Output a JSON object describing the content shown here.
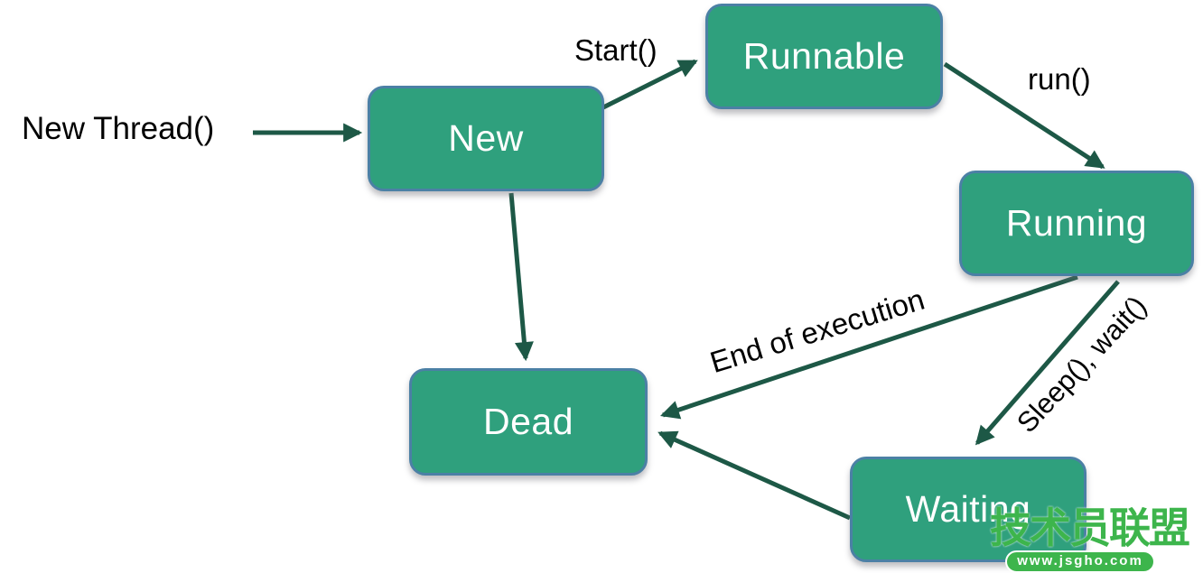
{
  "diagram": {
    "type": "state-transition-diagram",
    "subject": "Thread lifecycle states",
    "nodes": {
      "new": {
        "label": "New"
      },
      "runnable": {
        "label": "Runnable"
      },
      "running": {
        "label": "Running"
      },
      "dead": {
        "label": "Dead"
      },
      "waiting": {
        "label": "Waiting"
      }
    },
    "labels": {
      "new_thread": "New Thread()",
      "start": "Start()",
      "run": "run()",
      "end_of_execution": "End of execution",
      "sleep_wait": "Sleep(), wait()"
    },
    "edges": [
      {
        "from": "New Thread()",
        "to": "New",
        "label": ""
      },
      {
        "from": "New",
        "to": "Runnable",
        "label": "Start()"
      },
      {
        "from": "Runnable",
        "to": "Running",
        "label": "run()"
      },
      {
        "from": "New",
        "to": "Dead",
        "label": ""
      },
      {
        "from": "Running",
        "to": "Dead",
        "label": "End of execution"
      },
      {
        "from": "Running",
        "to": "Waiting",
        "label": "Sleep(), wait()"
      },
      {
        "from": "Waiting",
        "to": "Dead",
        "label": ""
      }
    ],
    "colors": {
      "node_fill": "#2FA07D",
      "node_border": "#4B80A5",
      "node_text": "#FFFFFF",
      "arrow": "#1D5846",
      "label_text": "#000000",
      "background": "#FFFFFF"
    }
  },
  "watermark": {
    "brand": "技术员联盟",
    "url": "www.jsgho.com",
    "color": "#3DB54C"
  }
}
